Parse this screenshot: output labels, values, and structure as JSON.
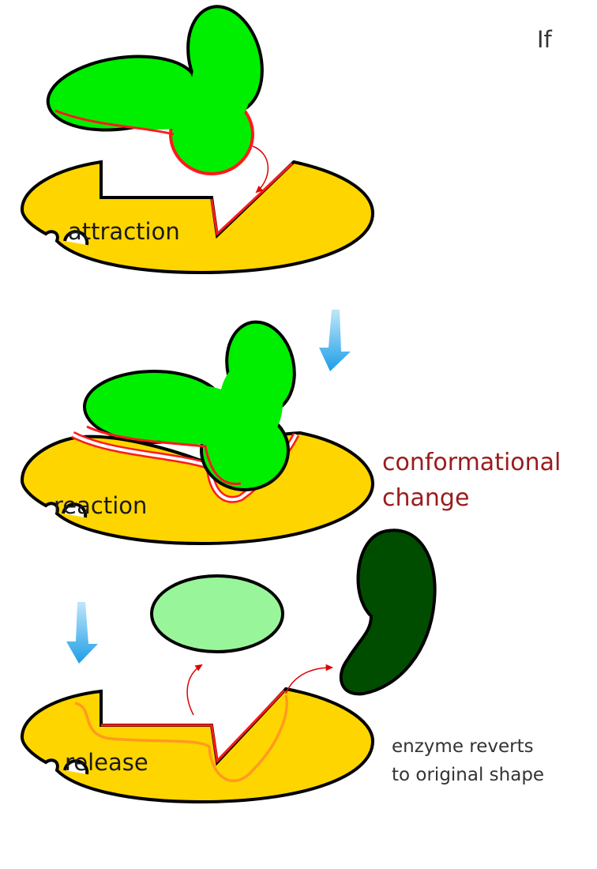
{
  "stages": {
    "attraction": {
      "label": "attraction"
    },
    "reaction": {
      "label": "reaction"
    },
    "release": {
      "label": "release"
    }
  },
  "annotations": {
    "conformational_line1": "conformational",
    "conformational_line2": "change",
    "revert_line1": "enzyme reverts",
    "revert_line2": "to original shape",
    "corner_text": "If"
  },
  "colors": {
    "enzyme": "#ffd500",
    "substrate": "#00ee00",
    "product_light": "#99f59a",
    "product_dark": "#004d00",
    "bond_edge": "#ff1a1a",
    "flow_arrow": "#2aa8e8",
    "revert_outline": "#ff9a1f"
  }
}
